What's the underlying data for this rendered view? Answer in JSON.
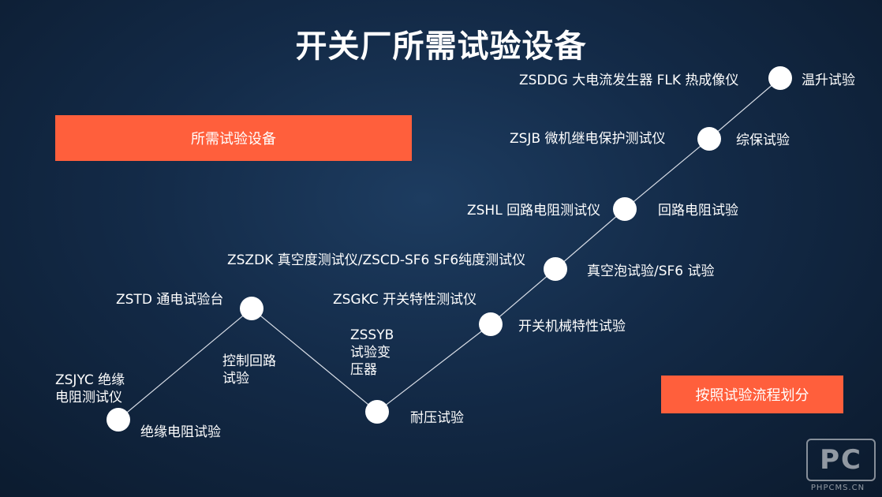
{
  "title": "开关厂所需试验设备",
  "badges": {
    "left": "所需试验设备",
    "right": "按照试验流程划分"
  },
  "steps": [
    {
      "test": "绝缘电阻试验",
      "equipment": "ZSJYC 绝缘\n电阻测试仪"
    },
    {
      "test": "控制回路\n试验",
      "equipment": "ZSTD 通电试验台"
    },
    {
      "test": "耐压试验",
      "equipment": "ZSSYB\n试验变\n压器"
    },
    {
      "test": "开关机械特性试验",
      "equipment": "ZSGKC 开关特性测试仪"
    },
    {
      "test": "真空泡试验/SF6 试验",
      "equipment": "ZSZDK 真空度测试仪/ZSCD-SF6 SF6纯度测试仪"
    },
    {
      "test": "回路电阻试验",
      "equipment": "ZSHL 回路电阻测试仪"
    },
    {
      "test": "综保试验",
      "equipment": "ZSJB 微机继电保护测试仪"
    },
    {
      "test": "温升试验",
      "equipment": "ZSDDG 大电流发生器 FLK 热成像仪"
    }
  ],
  "logo": {
    "mark": "PC",
    "url": "PHPCMS.CN"
  }
}
